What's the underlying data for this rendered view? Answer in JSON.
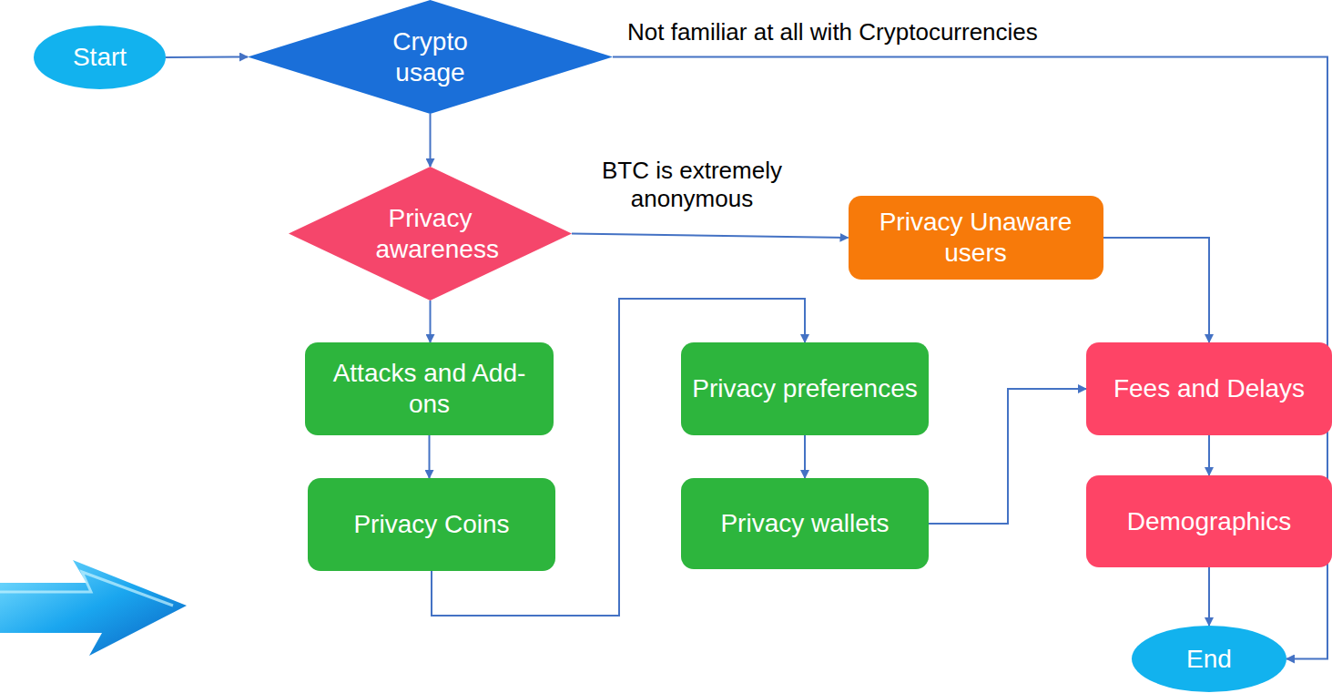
{
  "diagram": {
    "nodes": [
      {
        "text": [
          "Start"
        ]
      },
      {
        "text": [
          "Crypto usage"
        ]
      },
      {
        "text": [
          "Privacy awareness"
        ]
      },
      {
        "text": [
          "Privacy Unaware users"
        ]
      },
      {
        "text": [
          "Attacks and Add-ons"
        ]
      },
      {
        "text": [
          "Privacy Coins"
        ]
      },
      {
        "text": [
          "Privacy preferences"
        ]
      },
      {
        "text": [
          "Privacy wallets"
        ]
      },
      {
        "text": [
          "Fees and Delays"
        ]
      },
      {
        "text": [
          "Demographics"
        ]
      },
      {
        "text": [
          "End"
        ]
      }
    ],
    "edges": [
      {
        "from": 0,
        "to": 1,
        "arrow": "to"
      },
      {
        "from": 1,
        "to": 10,
        "label": "Not familiar at all with Cryptocurrencies",
        "arrow": "to"
      },
      {
        "from": 1,
        "to": 2,
        "arrow": "to"
      },
      {
        "from": 2,
        "to": 3,
        "label": "BTC is  extremely anonymous",
        "arrow": "to"
      },
      {
        "from": 2,
        "to": 4,
        "arrow": "to"
      },
      {
        "from": 4,
        "to": 5,
        "arrow": "to"
      },
      {
        "from": 5,
        "to": 6,
        "arrow": "to"
      },
      {
        "from": 6,
        "to": 7,
        "arrow": "to"
      },
      {
        "from": 7,
        "to": 8,
        "arrow": "to"
      },
      {
        "from": 3,
        "to": 8,
        "arrow": "to"
      },
      {
        "from": 8,
        "to": 9,
        "arrow": "to"
      },
      {
        "from": 9,
        "to": 10,
        "arrow": "to"
      }
    ]
  }
}
